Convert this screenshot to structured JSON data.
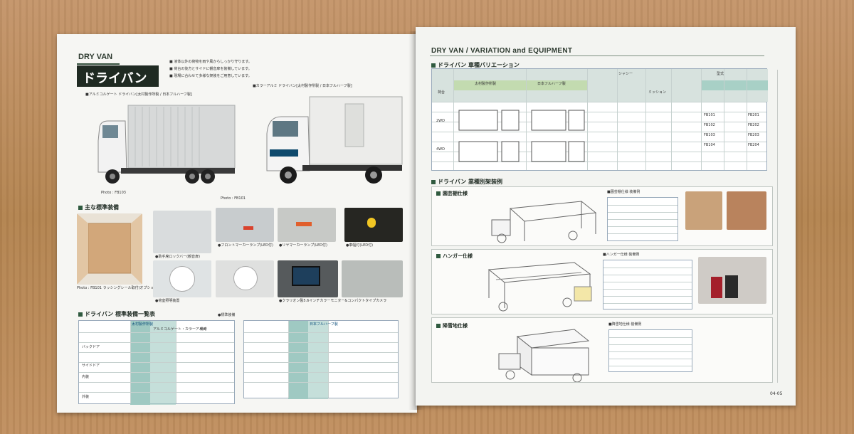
{
  "left": {
    "header": "DRY VAN",
    "title": "ドライバン",
    "bullets": [
      "■ 液体以外の荷物を雨や風からしっかり守ります。",
      "■ 荷台の後方とサイドに観音扉を装備しています。",
      "■ 現場に合わせて多様な架装をご用意しています。"
    ],
    "caption1": "■アルミコルゲート ドライバン[太村製作所製 / 日本フルハーフ製]",
    "caption2": "■カラーアルミ ドライバン[太村製作所製 / 日本フルハーフ製]",
    "photo_label1": "Photo : FB103",
    "photo_label2": "Photo : FB101",
    "sec_standard": "主な標準装備",
    "equip_captions": [
      "●助手席ロックバー(観音扉)",
      "●フロントマーカーランプ(LED付)",
      "●リヤマーカーランプ(LED付)",
      "●車幅灯(LED付)",
      "●荷室照明装置",
      "●クラリオン製5.6インチカラーモニター&コンパクトタイプカメラ"
    ],
    "sec_list": "ドライバン 標準装備一覧表",
    "table_badge": "●標準装備",
    "table_head": [
      "太村製作所製",
      "日本フルハーフ製",
      "アルミコルゲート・カラーアルミ",
      "備考"
    ],
    "row_labels": [
      "バックドア",
      "サイドドア",
      "内装",
      "外装"
    ],
    "photo_label3": "Photo : FB101 ラッシングレール取付(オプション)"
  },
  "right": {
    "header": "DRY VAN / VARIATION and EQUIPMENT",
    "sec_variation": "ドライバン 車種バリエーション",
    "var_head": [
      "荷台",
      "太村製作所製",
      "日本フルハーフ製",
      "シャシー",
      "型式",
      "ミッション"
    ],
    "var_rows": [
      "2WD",
      "4WD"
    ],
    "codes": [
      "FB101",
      "FB102",
      "FB103",
      "FB104",
      "FB201",
      "FB202",
      "FB203",
      "FB204"
    ],
    "sec_examples": "ドライバン 業種別架装例",
    "ex1": "園芸棚仕様",
    "ex2": "ハンガー仕様",
    "ex3": "降雪地仕様",
    "ex1_sub": "■園芸棚仕様 装備例",
    "ex2_sub": "■ハンガー仕様 装備例",
    "ex3_sub": "■降雪地仕様 装備例",
    "page_num": "04-05"
  }
}
